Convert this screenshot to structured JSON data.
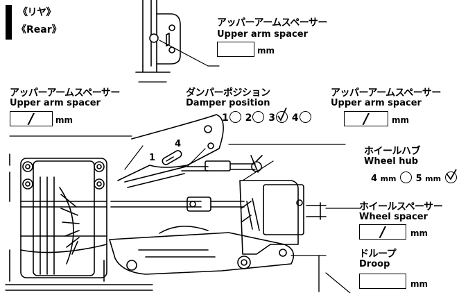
{
  "title": {
    "jp": "《リヤ》",
    "en": "《Rear》"
  },
  "top_spacer": {
    "jp": "アッパーアームスペーサー",
    "en": "Upper arm spacer",
    "unit": "mm",
    "value": ""
  },
  "left_spacer": {
    "jp": "アッパーアームスペーサー",
    "en": "Upper arm spacer",
    "unit": "mm",
    "value": "/"
  },
  "damper_position": {
    "jp": "ダンパーポジション",
    "en": "Damper position",
    "options": [
      "1",
      "2",
      "3",
      "4"
    ],
    "selected": "3",
    "hole_labels": [
      "1",
      "4"
    ]
  },
  "right_spacer": {
    "jp": "アッパーアームスペーサー",
    "en": "Upper arm spacer",
    "unit": "mm",
    "value": "/"
  },
  "wheel_hub": {
    "jp": "ホイールハブ",
    "en": "Wheel hub",
    "options": [
      {
        "value": "4",
        "unit": "mm"
      },
      {
        "value": "5",
        "unit": "mm"
      }
    ],
    "selected": "5"
  },
  "wheel_spacer": {
    "jp": "ホイールスペーサー",
    "en": "Wheel spacer",
    "unit": "mm",
    "value": "/"
  },
  "droop": {
    "jp": "ドループ",
    "en": "Droop",
    "unit": "mm",
    "value": ""
  }
}
